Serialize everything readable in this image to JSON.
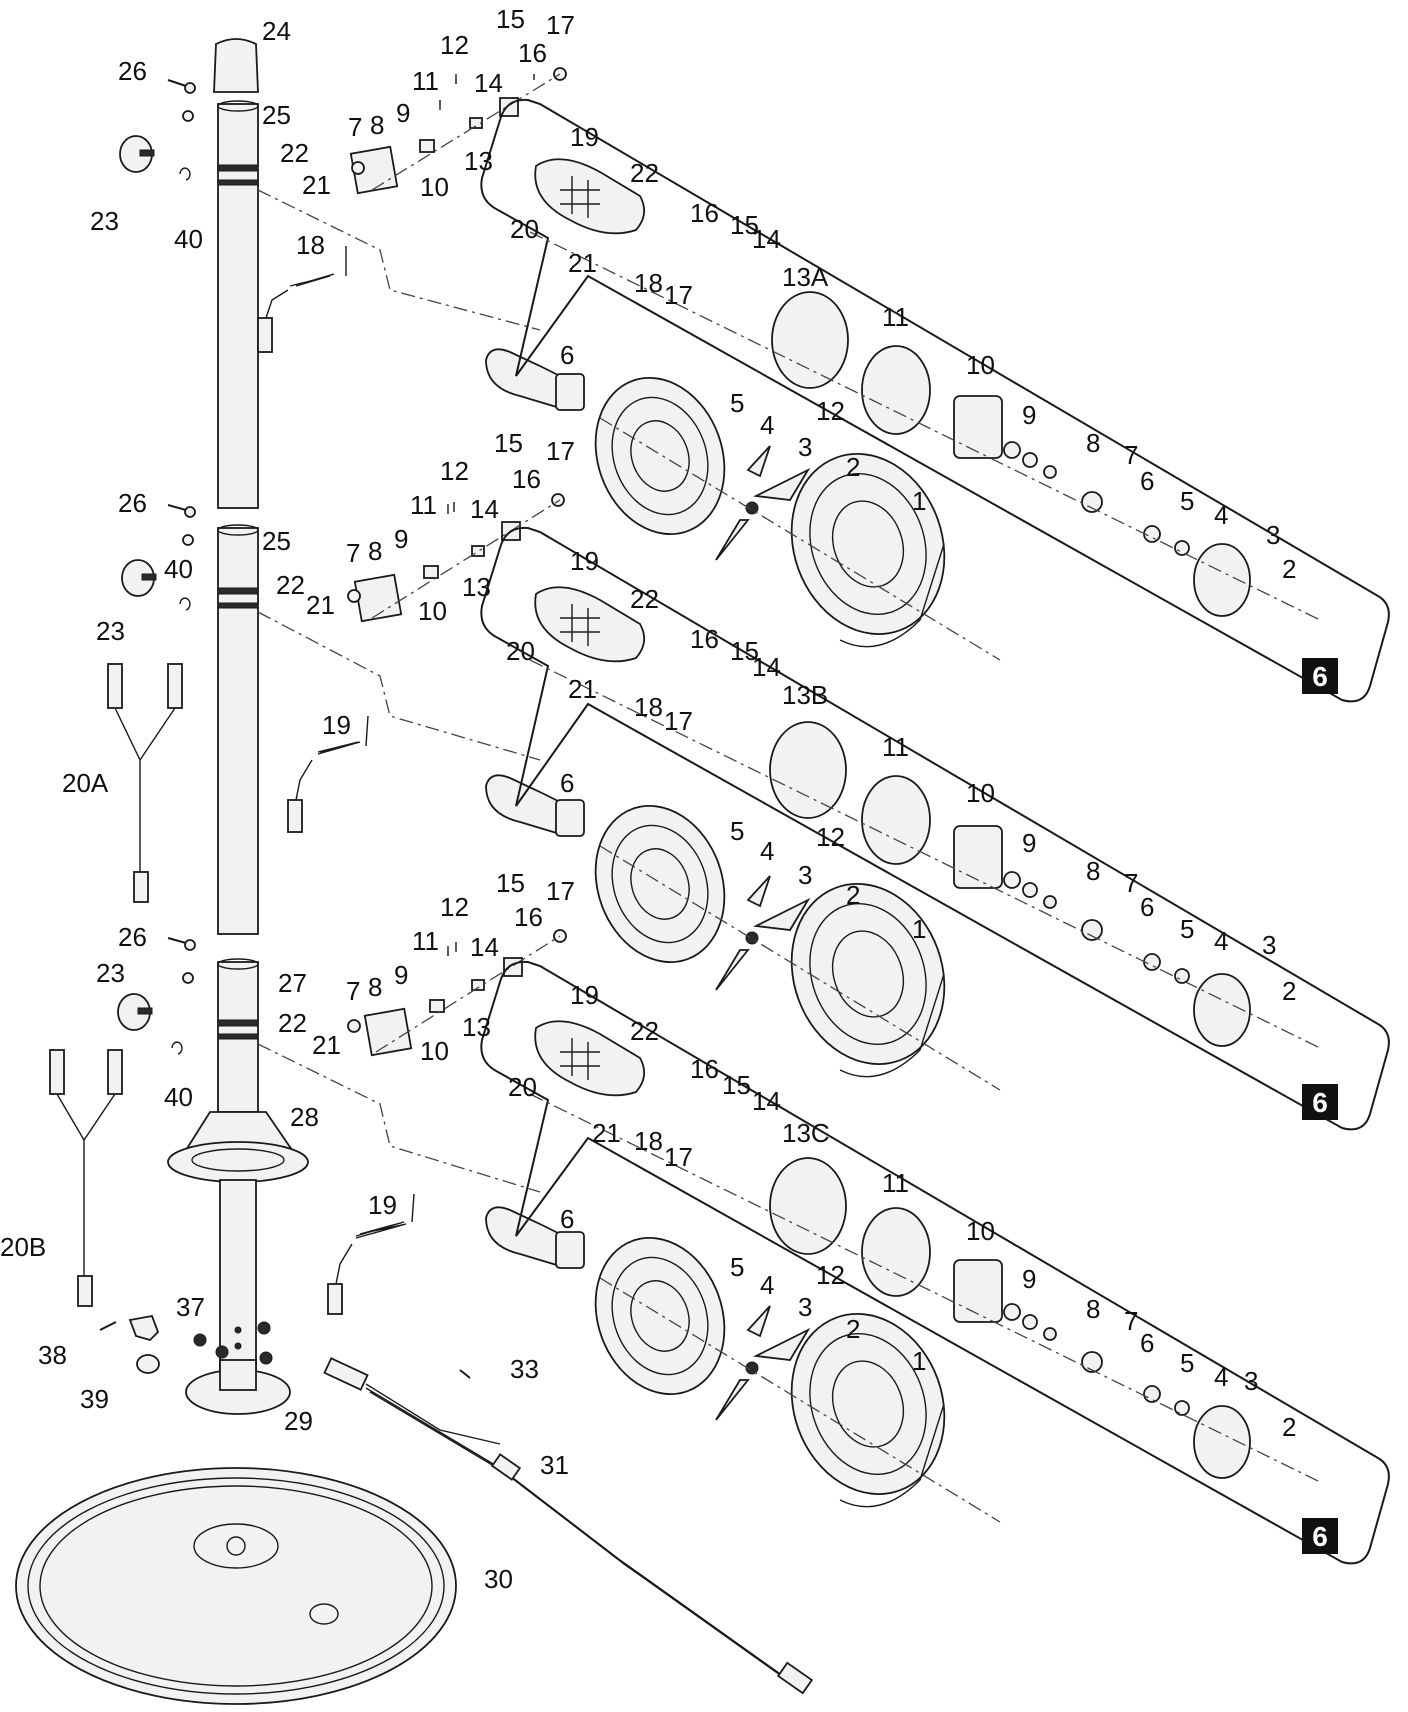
{
  "diagram_type": "exploded parts diagram",
  "badge": "6",
  "labels": {
    "l24": "24",
    "l25a": "25",
    "l25b": "25",
    "l26a": "26",
    "l26b": "26",
    "l26c": "26",
    "l27": "27",
    "l28": "28",
    "l23a": "23",
    "l23b": "23",
    "l23c": "23",
    "l40a": "40",
    "l40b": "40",
    "l40c": "40",
    "l18": "18",
    "l19a": "19",
    "l19b": "19",
    "l20a": "20A",
    "l20b": "20B",
    "l21a": "21",
    "l21b": "21",
    "l21c": "21",
    "l22a": "22",
    "l22b": "22",
    "l22c": "22",
    "l7a": "7",
    "l8a": "8",
    "l9a": "9",
    "l10a": "10",
    "l11a": "11",
    "l12a": "12",
    "l13a": "13",
    "l14a": "14",
    "l15a": "15",
    "l16a": "16",
    "l17a": "17",
    "l7b": "7",
    "l8b": "8",
    "l9b": "9",
    "l10b": "10",
    "l11b": "11",
    "l12b": "12",
    "l13b": "13",
    "l14b": "14",
    "l15b": "15",
    "l16b": "16",
    "l17b": "17",
    "l7c": "7",
    "l8c": "8",
    "l9c": "9",
    "l10c": "10",
    "l11c": "11",
    "l12c": "12",
    "l13c": "13",
    "l14c": "14",
    "l15c": "15",
    "l16c": "16",
    "l17c": "17",
    "l29": "29",
    "l30": "30",
    "l31": "31",
    "l33": "33",
    "l37": "37",
    "l38": "38",
    "l39": "39"
  },
  "heads": [
    {
      "fan": {
        "l6": "6",
        "l5": "5",
        "l4": "4",
        "l3": "3",
        "l2": "2",
        "l1": "1"
      },
      "panel": {
        "l19": "19",
        "l22": "22",
        "l20": "20",
        "l21": "21",
        "l18": "18",
        "l17": "17",
        "l16": "16",
        "l15": "15",
        "l14": "14",
        "l13": "13A",
        "l12": "12",
        "l11": "11",
        "l10": "10",
        "l9": "9",
        "l8": "8",
        "l7": "7",
        "l6": "6",
        "l5": "5",
        "l4": "4",
        "l3": "3",
        "l2": "2"
      }
    },
    {
      "fan": {
        "l6": "6",
        "l5": "5",
        "l4": "4",
        "l3": "3",
        "l2": "2",
        "l1": "1"
      },
      "panel": {
        "l19": "19",
        "l22": "22",
        "l20": "20",
        "l21": "21",
        "l18": "18",
        "l17": "17",
        "l16": "16",
        "l15": "15",
        "l14": "14",
        "l13": "13B",
        "l12": "12",
        "l11": "11",
        "l10": "10",
        "l9": "9",
        "l8": "8",
        "l7": "7",
        "l6": "6",
        "l5": "5",
        "l4": "4",
        "l3": "3",
        "l2": "2"
      }
    },
    {
      "fan": {
        "l6": "6",
        "l5": "5",
        "l4": "4",
        "l3": "3",
        "l2": "2",
        "l1": "1"
      },
      "panel": {
        "l19": "19",
        "l22": "22",
        "l20": "20",
        "l21": "21",
        "l18": "18",
        "l17": "17",
        "l16": "16",
        "l15": "15",
        "l14": "14",
        "l13": "13C",
        "l12": "12",
        "l11": "11",
        "l10": "10",
        "l9": "9",
        "l8": "8",
        "l7": "7",
        "l6": "6",
        "l5": "5",
        "l4": "4",
        "l3": "3",
        "l2": "2"
      }
    }
  ]
}
